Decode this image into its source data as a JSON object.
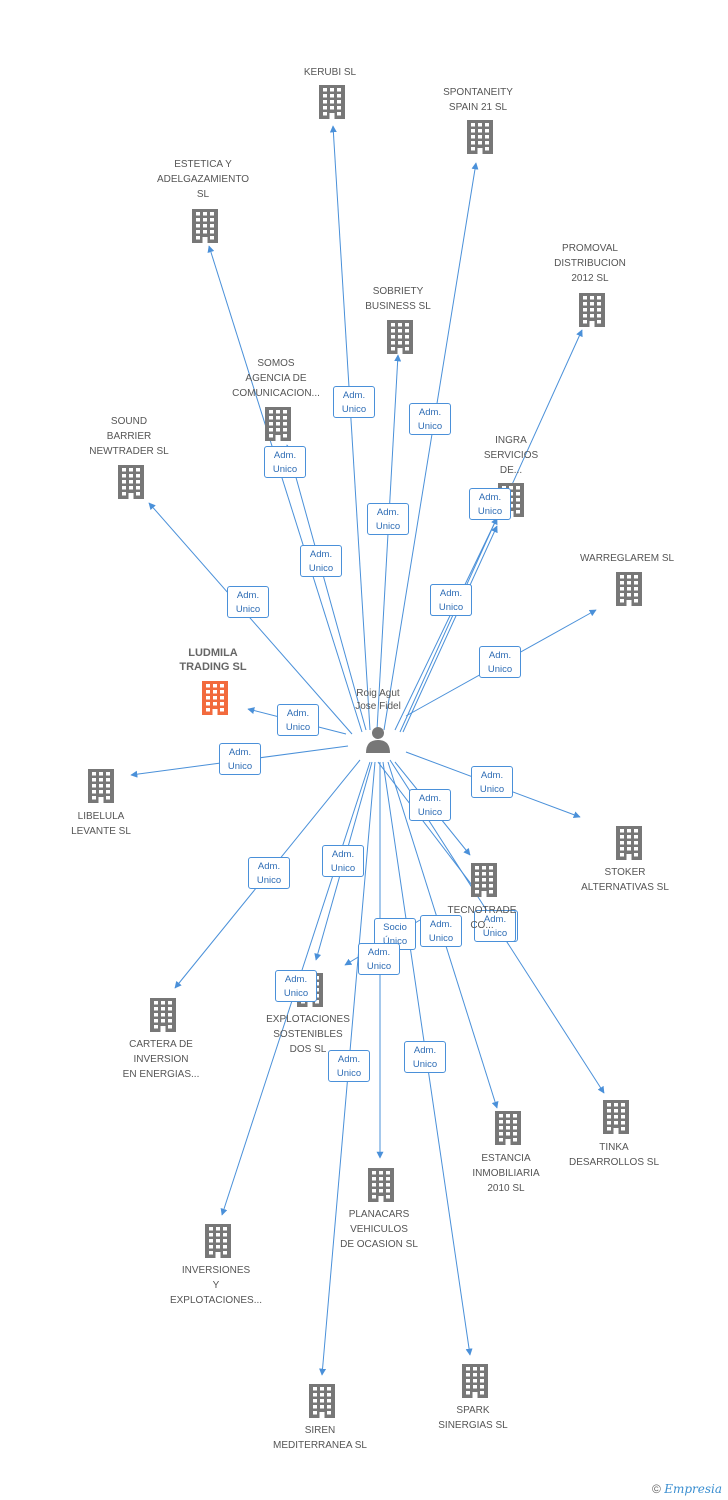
{
  "colors": {
    "edge": "#4a90d9",
    "building": "#777777",
    "focus_building": "#f26a3d",
    "person": "#777777"
  },
  "center": {
    "name": "Roig Agut\nJose Fidel",
    "icon": "person-icon"
  },
  "companies": [
    {
      "id": "kerubi",
      "name": "KERUBI SL"
    },
    {
      "id": "spontaneity",
      "name": "SPONTANEITY\nSPAIN 21 SL"
    },
    {
      "id": "estetica",
      "name": "ESTETICA Y\nADELGAZAMIENTO\nSL"
    },
    {
      "id": "promoval",
      "name": "PROMOVAL\nDISTRIBUCION\n2012 SL"
    },
    {
      "id": "sobriety",
      "name": "SOBRIETY\nBUSINESS SL"
    },
    {
      "id": "somos",
      "name": "SOMOS\nAGENCIA DE\nCOMUNICACION..."
    },
    {
      "id": "sound",
      "name": "SOUND\nBARRIER\nNEWTRADER SL"
    },
    {
      "id": "ingra",
      "name": "INGRA\nSERVICIOS\nDE..."
    },
    {
      "id": "warreglarem",
      "name": "WARREGLAREM SL"
    },
    {
      "id": "ludmila",
      "name": "LUDMILA\nTRADING SL",
      "focus": true
    },
    {
      "id": "libelula",
      "name": "LIBELULA\nLEVANTE SL"
    },
    {
      "id": "stoker",
      "name": "STOKER\nALTERNATIVAS SL"
    },
    {
      "id": "tecno",
      "name": "TECNOTRADE\nCO..."
    },
    {
      "id": "cartera",
      "name": "CARTERA DE\nINVERSION\nEN ENERGIAS..."
    },
    {
      "id": "explotaciones",
      "name": "EXPLOTACIONES\nSOSTENIBLES\nDOS SL"
    },
    {
      "id": "estancia",
      "name": "ESTANCIA\nINMOBILIARIA\n2010 SL"
    },
    {
      "id": "tinka",
      "name": "TINKA\nDESARROLLOS SL"
    },
    {
      "id": "planacars",
      "name": "PLANACARS\nVEHICULOS\nDE OCASION  SL"
    },
    {
      "id": "inversiones",
      "name": "INVERSIONES\nY\nEXPLOTACIONES..."
    },
    {
      "id": "spark",
      "name": "SPARK\nSINERGIAS SL"
    },
    {
      "id": "siren",
      "name": "SIREN\nMEDITERRANEA SL"
    }
  ],
  "relations": [
    {
      "target": "kerubi",
      "label": "Adm.\nUnico"
    },
    {
      "target": "spontaneity",
      "label": "Adm.\nUnico"
    },
    {
      "target": "estetica",
      "label": "Adm.\nUnico"
    },
    {
      "target": "promoval",
      "label": "Adm.\nUnico"
    },
    {
      "target": "sobriety",
      "label": "Adm.\nUnico"
    },
    {
      "target": "somos",
      "label": "Adm.\nUnico"
    },
    {
      "target": "sound",
      "label": "Adm.\nUnico"
    },
    {
      "target": "ingra",
      "label": "Adm.\nUnico"
    },
    {
      "target": "ingra",
      "label": "Adm.\nUnico"
    },
    {
      "target": "warreglarem",
      "label": "Adm.\nUnico"
    },
    {
      "target": "ludmila",
      "label": "Adm.\nUnico"
    },
    {
      "target": "libelula",
      "label": "Adm.\nUnico"
    },
    {
      "target": "stoker",
      "label": "Adm.\nUnico"
    },
    {
      "target": "tecno",
      "label": "Adm.\nUnico"
    },
    {
      "target": "cartera",
      "label": "Adm.\nUnico"
    },
    {
      "target": "explotaciones",
      "label": "Adm.\nUnico"
    },
    {
      "target": "tecno",
      "label": "Adm.\nUnico"
    },
    {
      "target": "estancia",
      "label": "Adm.\nUnico"
    },
    {
      "target": "tinka",
      "label": "Adm.\nUnico"
    },
    {
      "target": "explotaciones",
      "label": "Socio\nÚnico"
    },
    {
      "target": "planacars",
      "label": "Adm.\nUnico"
    },
    {
      "target": "inversiones",
      "label": "Adm.\nUnico"
    },
    {
      "target": "spark",
      "label": "Adm.\nUnico"
    },
    {
      "target": "siren",
      "label": "Adm.\nUnico"
    }
  ],
  "footer": {
    "copyright": "©",
    "brand": "Empresia"
  }
}
